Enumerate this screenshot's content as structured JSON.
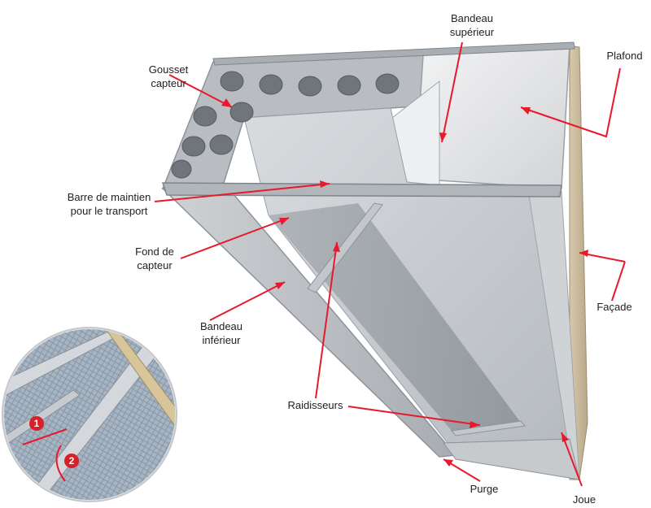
{
  "labels": {
    "gousset_capteur": [
      "Gousset",
      "capteur"
    ],
    "bandeau_superieur": [
      "Bandeau",
      "supérieur"
    ],
    "plafond": "Plafond",
    "barre_maintien": [
      "Barre de maintien",
      "pour le transport"
    ],
    "fond_capteur": [
      "Fond de",
      "capteur"
    ],
    "facade": "Façade",
    "bandeau_inferieur": [
      "Bandeau",
      "inférieur"
    ],
    "raidisseurs": "Raidisseurs",
    "purge": "Purge",
    "joue": "Joue"
  },
  "inset": {
    "step_1": "1",
    "step_2": "2"
  },
  "colors": {
    "arrow": "#e8192c",
    "metal": "#c9ccd0",
    "metal_dark": "#8d939a",
    "panel": "#e3e5e8",
    "step_badge": "#d8202a"
  }
}
